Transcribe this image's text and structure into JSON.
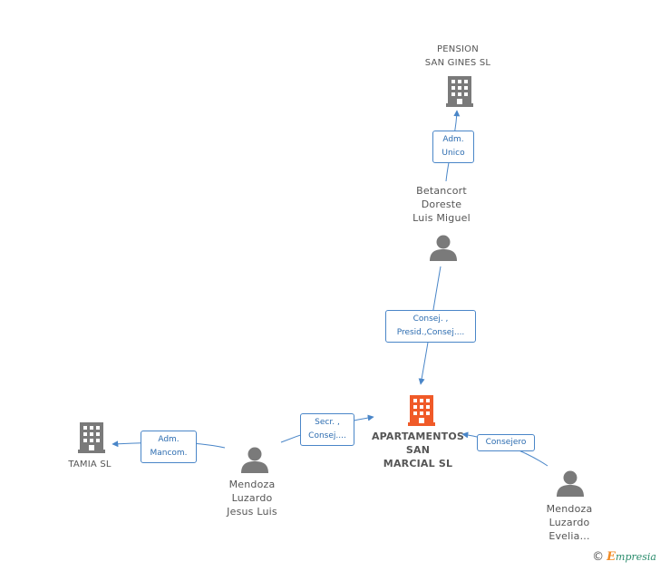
{
  "nodes": {
    "pension": {
      "lines": [
        "PENSION",
        "SAN GINES SL"
      ],
      "icon": "building-icon"
    },
    "betancort": {
      "lines": [
        "Betancort",
        "Doreste",
        "Luis Miguel"
      ],
      "icon": "person-icon"
    },
    "apartamentos": {
      "lines": [
        "APARTAMENTOS",
        "SAN",
        "MARCIAL SL"
      ],
      "icon": "building-icon"
    },
    "tamia": {
      "lines": [
        "TAMIA SL"
      ],
      "icon": "building-icon"
    },
    "mendoza_jesus": {
      "lines": [
        "Mendoza",
        "Luzardo",
        "Jesus Luis"
      ],
      "icon": "person-icon"
    },
    "mendoza_evelia": {
      "lines": [
        "Mendoza",
        "Luzardo",
        "Evelia..."
      ],
      "icon": "person-icon"
    }
  },
  "edges": {
    "betancort_pension": {
      "lines": [
        "Adm.",
        "Unico"
      ]
    },
    "betancort_apartamentos": {
      "lines": [
        "Consej. ,",
        "Presid.,Consej...."
      ]
    },
    "jesus_apartamentos": {
      "lines": [
        "Secr. ,",
        "Consej...."
      ]
    },
    "jesus_tamia": {
      "lines": [
        "Adm.",
        "Mancom."
      ]
    },
    "evelia_apartamentos": {
      "lines": [
        "Consejero"
      ]
    }
  },
  "footer": {
    "copyright": "©",
    "brand_first": "E",
    "brand_rest": "mpresia"
  },
  "colors": {
    "accent": "#f05a28",
    "icon_gray": "#7a7a7a",
    "edge": "#4a86c8"
  }
}
